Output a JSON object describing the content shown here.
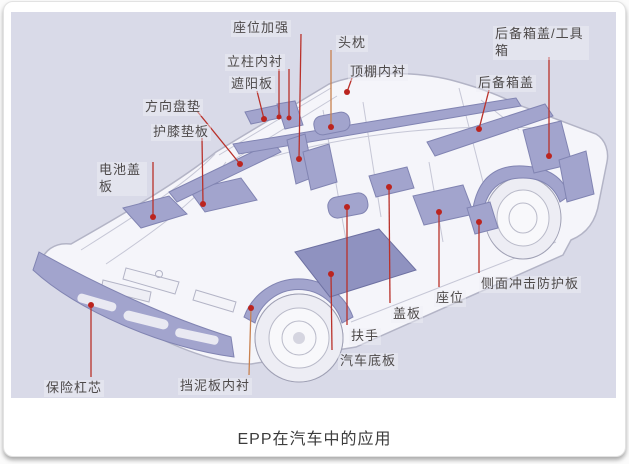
{
  "caption": "EPP在汽车中的应用",
  "colors": {
    "canvas_background": "#d9dae8",
    "part_fill": "#a2a4cd",
    "part_stroke": "#8184b2",
    "floor_fill": "#8f92c0",
    "leader_red": "#b9312a",
    "leader_orange": "#c8814f",
    "label_text": "#4e4a4a"
  },
  "diagram": {
    "labels": [
      {
        "id": "seat-reinforcement",
        "text": "座位加强"
      },
      {
        "id": "pillar-lining",
        "text": "立柱内衬"
      },
      {
        "id": "sun-visor",
        "text": "遮阳板"
      },
      {
        "id": "headrest",
        "text": "头枕"
      },
      {
        "id": "roof-lining",
        "text": "顶棚内衬"
      },
      {
        "id": "trunk-lid-toolbox",
        "text": "后备箱盖/工具箱"
      },
      {
        "id": "trunk-lid",
        "text": "后备箱盖"
      },
      {
        "id": "steering-wheel-pad",
        "text": "方向盘垫"
      },
      {
        "id": "knee-pad",
        "text": "护膝垫板"
      },
      {
        "id": "battery-cover",
        "text": "电池盖板"
      },
      {
        "id": "bumper-core",
        "text": "保险杠芯"
      },
      {
        "id": "fender-liner",
        "text": "挡泥板内衬"
      },
      {
        "id": "car-floor",
        "text": "汽车底板"
      },
      {
        "id": "armrest",
        "text": "扶手"
      },
      {
        "id": "cover-plate",
        "text": "盖板"
      },
      {
        "id": "seat",
        "text": "座位"
      },
      {
        "id": "side-impact-panel",
        "text": "侧面冲击防护板"
      }
    ]
  }
}
